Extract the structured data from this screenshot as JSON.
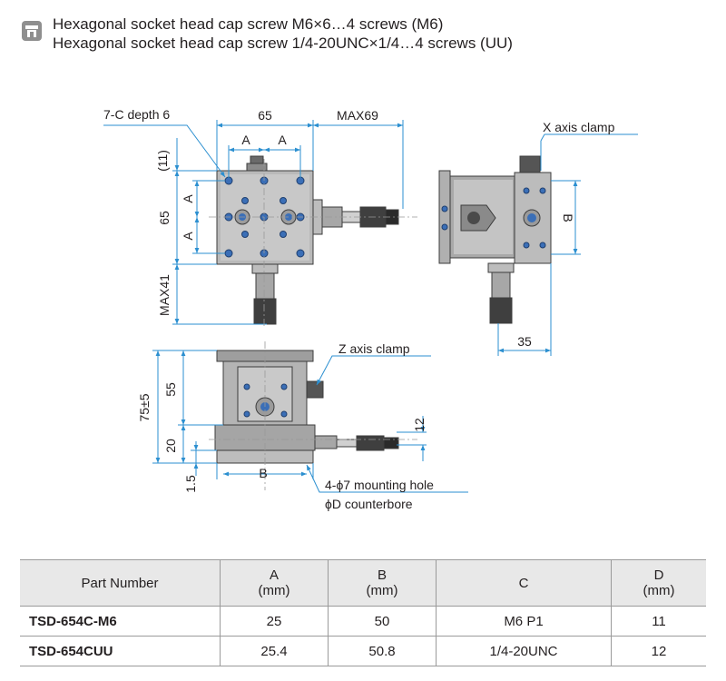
{
  "header": {
    "line1": "Hexagonal socket head cap screw M6×6…4 screws (M6)",
    "line2": "Hexagonal socket head cap screw 1/4-20UNC×1/4…4 screws (UU)"
  },
  "drawing": {
    "top_view": {
      "label_tap": "7-C depth 6",
      "dim_width": "65",
      "dim_micrometer": "MAX69",
      "dim_a1": "A",
      "dim_a2": "A",
      "dim_offset": "(11)",
      "dim_height": "65",
      "dim_a3": "A",
      "dim_a4": "A",
      "dim_micrometer_y": "MAX41"
    },
    "side_view": {
      "label_clamp": "X axis clamp",
      "dim_b": "B",
      "dim_depth": "35"
    },
    "front_view": {
      "label_clamp": "Z axis clamp",
      "dim_total": "75±5",
      "dim_upper": "55",
      "dim_lower": "20",
      "dim_base": "1.5",
      "dim_b": "B",
      "dim_micrometer_h": "12",
      "label_mounting": "4-ϕ7 mounting hole",
      "label_counterbore": "ϕD counterbore"
    }
  },
  "table": {
    "headers": [
      {
        "line1": "Part Number",
        "line2": ""
      },
      {
        "line1": "A",
        "line2": "(mm)"
      },
      {
        "line1": "B",
        "line2": "(mm)"
      },
      {
        "line1": "C",
        "line2": ""
      },
      {
        "line1": "D",
        "line2": "(mm)"
      }
    ],
    "rows": [
      [
        "TSD-654C-M6",
        "25",
        "50",
        "M6 P1",
        "11"
      ],
      [
        "TSD-654CUU",
        "25.4",
        "50.8",
        "1/4-20UNC",
        "12"
      ]
    ]
  }
}
